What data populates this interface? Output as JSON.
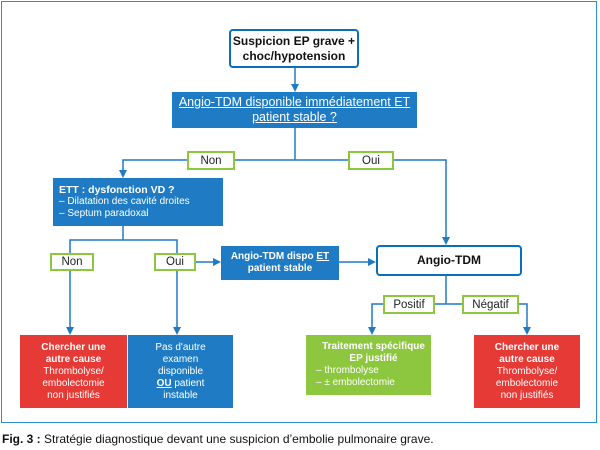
{
  "nodes": {
    "start": {
      "line1": "Suspicion EP grave +",
      "line2": "choc/hypotension"
    },
    "question_angio": {
      "line1": "Angio-TDM disponible immédiatement ET",
      "line2": "patient stable ?"
    },
    "ett": {
      "title": "ETT : dysfonction VD ?",
      "item1": "– Dilatation des cavité droites",
      "item2": "– Septum paradoxal"
    },
    "angio_dispo": {
      "line1": "Angio-TDM dispo",
      "et": "ET",
      "line2": "patient stable"
    },
    "angio_tdm": {
      "label": "Angio-TDM"
    },
    "autre_cause_left": {
      "title1": "Chercher une",
      "title2": "autre cause",
      "l1": "Thrombolyse/",
      "l2": "embolectomie",
      "l3": "non justifiés"
    },
    "pas_autre_examen": {
      "l1": "Pas d'autre",
      "l2": "examen",
      "l3": "disponible",
      "ou": "OU",
      "l4": "patient",
      "l5": "instable"
    },
    "traitement": {
      "title1": "Traitement spécifique",
      "title2": "EP justifié",
      "item1": "– thrombolyse",
      "item2": "– ± embolectomie"
    },
    "autre_cause_right": {
      "title1": "Chercher une",
      "title2": "autre cause",
      "l1": "Thrombolyse/",
      "l2": "embolectomie",
      "l3": "non justifiés"
    }
  },
  "labels": {
    "non1": "Non",
    "oui1": "Oui",
    "non2": "Non",
    "oui2": "Oui",
    "positif": "Positif",
    "negatif": "Négatif"
  },
  "caption": {
    "prefix": "Fig. 3 :",
    "text": " Stratégie diagnostique devant une suspicion d’embolie pulmonaire grave."
  },
  "colors": {
    "blue": "#1f7cc4",
    "red": "#e63a36",
    "green": "#8dc63f",
    "frame": "#2a8ed0"
  }
}
